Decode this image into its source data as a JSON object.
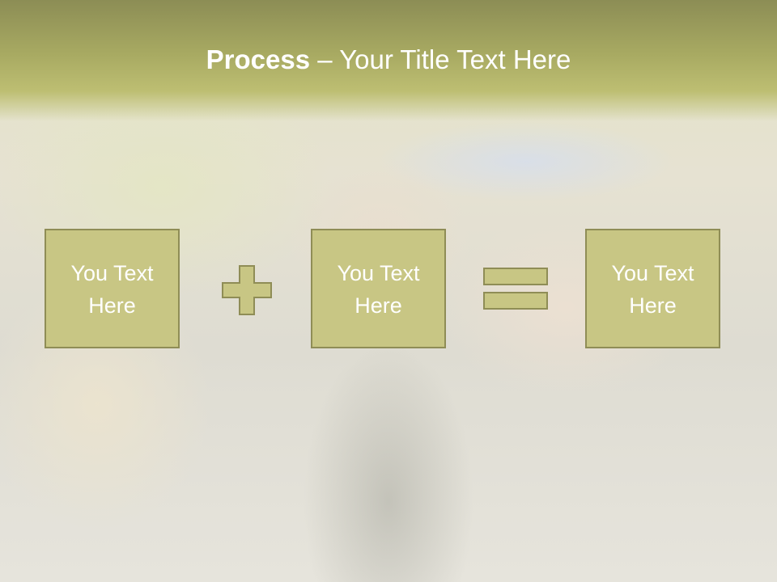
{
  "slide": {
    "title_bold": "Process",
    "title_rest": " – Your Title Text Here",
    "boxes": [
      {
        "text": "You Text Here"
      },
      {
        "text": "You Text Here"
      },
      {
        "text": "You Text Here"
      }
    ],
    "operators": [
      "plus-icon",
      "equals-icon"
    ]
  },
  "colors": {
    "header": "#a8aa62",
    "box_fill": "#c8c684",
    "box_border": "#8f8d56",
    "text": "#ffffff"
  }
}
